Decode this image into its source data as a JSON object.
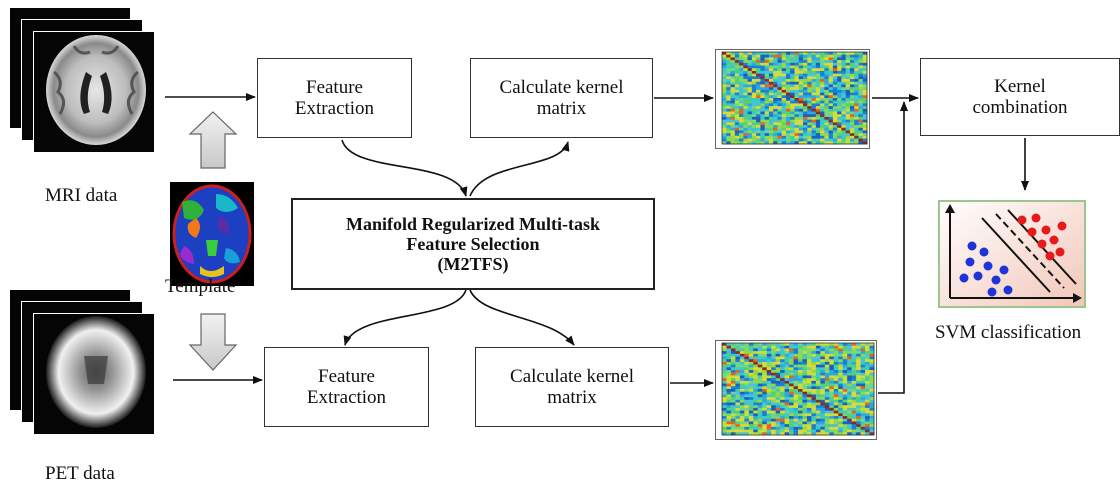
{
  "inputs": {
    "mri_label": "MRI data",
    "pet_label": "PET data",
    "template_label": "Template"
  },
  "boxes": {
    "feat_top": [
      "Feature",
      "Extraction"
    ],
    "kernel_top": [
      "Calculate kernel",
      "matrix"
    ],
    "feat_bottom": [
      "Feature",
      "Extraction"
    ],
    "kernel_bottom": [
      "Calculate kernel",
      "matrix"
    ],
    "m2tfs": [
      "Manifold Regularized Multi-task",
      "Feature Selection",
      "(M2TFS)"
    ],
    "kernel_combination": [
      "Kernel",
      "combination"
    ]
  },
  "output": {
    "svm_label": "SVM classification"
  },
  "colors": {
    "stroke": "#333333",
    "svm_red": "#e8191b",
    "svm_blue": "#1f34d8",
    "svm_bg": "#f6d9cf"
  }
}
